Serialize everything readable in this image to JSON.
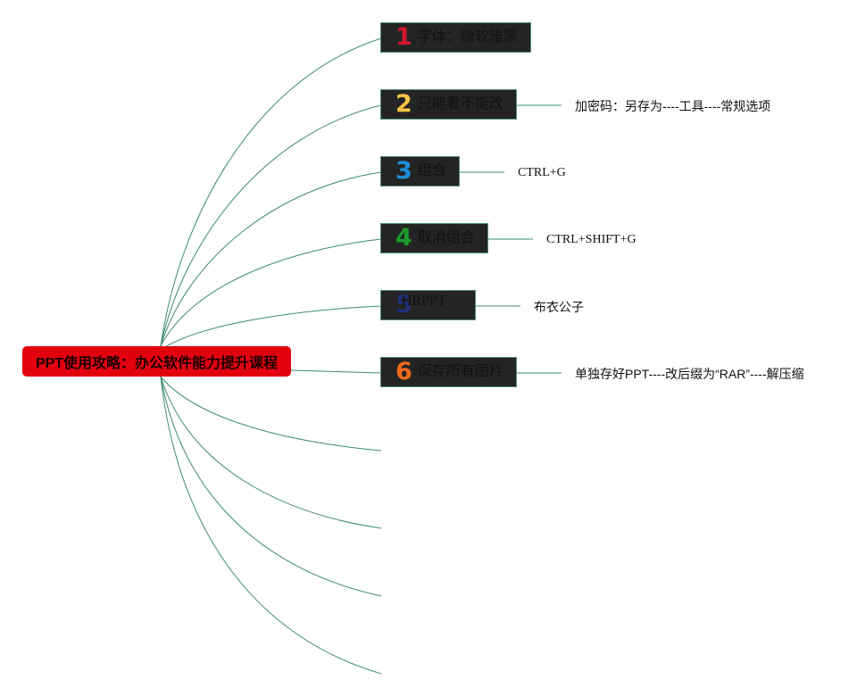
{
  "root": {
    "label": "PPT使用攻略：办公软件能力提升课程"
  },
  "topics": [
    {
      "number": "1",
      "label": "字体：微软雅黑",
      "color": "#d1162a",
      "note": ""
    },
    {
      "number": "2",
      "label": "只能看不能改",
      "color": "#f5c542",
      "note": "加密码：另存为----工具----常规选项"
    },
    {
      "number": "3",
      "label": "组合",
      "color": "#1d8fd8",
      "note": "CTRL+G"
    },
    {
      "number": "4",
      "label": "取消组合",
      "color": "#1c9a2e",
      "note": "CTRL+SHIFT+G"
    },
    {
      "number": "5",
      "label": "HRPPT",
      "color": "#1f2f7a",
      "note": "布衣公子"
    },
    {
      "number": "6",
      "label": "保存所有图片",
      "color": "#ef6c1a",
      "note": "单独存好PPT----改后缀为“RAR”----解压缩"
    }
  ],
  "colors": {
    "root_fill": "#e2000f",
    "node_fill": "#242424",
    "node_border": "#4f8f79",
    "connector": "#3f8a72"
  }
}
